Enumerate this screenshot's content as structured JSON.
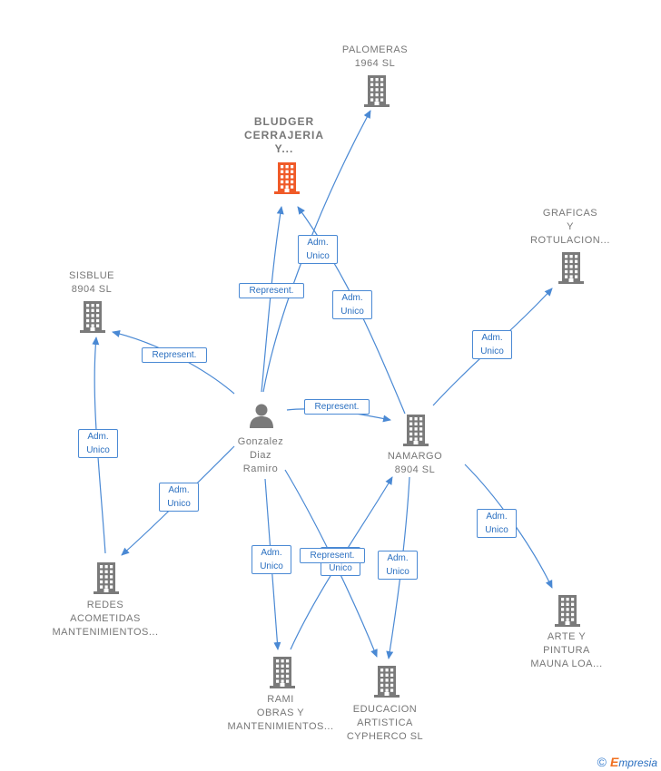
{
  "nodes": {
    "palomeras": {
      "label": [
        "PALOMERAS",
        "1964  SL"
      ],
      "kind": "company"
    },
    "bludger": {
      "label": [
        "BLUDGER",
        "CERRAJERIA",
        "Y..."
      ],
      "kind": "company-highlight"
    },
    "graficas": {
      "label": [
        "GRAFICAS",
        "Y",
        "ROTULACION..."
      ],
      "kind": "company"
    },
    "sisblue": {
      "label": [
        "SISBLUE",
        "8904  SL"
      ],
      "kind": "company"
    },
    "person": {
      "label": [
        "Gonzalez",
        "Diaz",
        "Ramiro"
      ],
      "kind": "person"
    },
    "namargo": {
      "label": [
        "NAMARGO",
        "8904  SL"
      ],
      "kind": "company"
    },
    "redes": {
      "label": [
        "REDES",
        "ACOMETIDAS",
        "MANTENIMIENTOS..."
      ],
      "kind": "company"
    },
    "arte": {
      "label": [
        "ARTE Y",
        "PINTURA",
        "MAUNA LOA..."
      ],
      "kind": "company"
    },
    "rami": {
      "label": [
        "RAMI",
        "OBRAS Y",
        "MANTENIMIENTOS..."
      ],
      "kind": "company"
    },
    "educacion": {
      "label": [
        "EDUCACION",
        "ARTISTICA",
        "CYPHERCO  SL"
      ],
      "kind": "company"
    }
  },
  "edge_tags": {
    "adm_unico_palomeras": [
      "Adm.",
      "Unico"
    ],
    "represent_bludger": [
      "Represent."
    ],
    "adm_unico_namargo_bludger": [
      "Adm.",
      "Unico"
    ],
    "represent_sisblue": [
      "Represent."
    ],
    "represent_namargo": [
      "Represent."
    ],
    "adm_unico_graficas": [
      "Adm.",
      "Unico"
    ],
    "adm_unico_sisblue_redes": [
      "Adm.",
      "Unico"
    ],
    "adm_unico_redes": [
      "Adm.",
      "Unico"
    ],
    "adm_unico_arte": [
      "Adm.",
      "Unico"
    ],
    "adm_unico_rami": [
      "Adm.",
      "Unico"
    ],
    "adm_unico_educacion_person": [
      "Adm.",
      "Unico"
    ],
    "represent_rami_namargo": [
      "Represent."
    ],
    "adm_unico_educacion": [
      "Adm.",
      "Unico"
    ]
  },
  "colors": {
    "edge": "#4a89d4",
    "icon": "#7a7a7a",
    "highlight": "#f05a28",
    "text": "#777777"
  },
  "footer": {
    "copyright": "©",
    "brand_initial": "E",
    "brand_rest": "mpresia"
  }
}
